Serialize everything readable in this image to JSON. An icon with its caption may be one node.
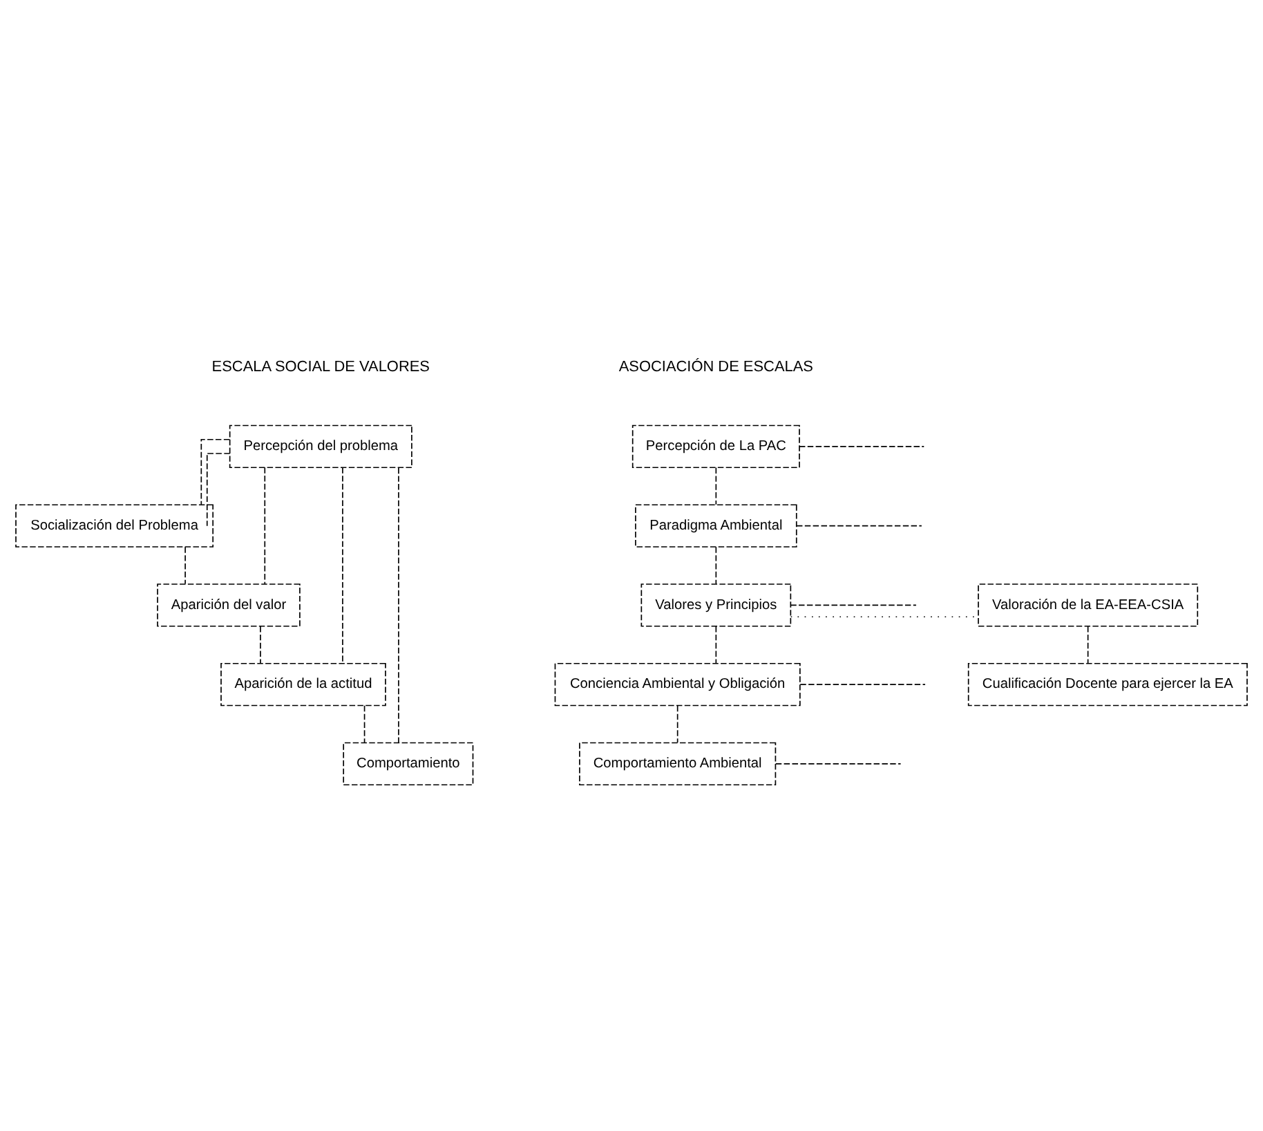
{
  "diagram": {
    "nodes": [
      {
        "text": [
          "Percepción del problema"
        ]
      },
      {
        "text": [
          "Socialización del Problema"
        ]
      },
      {
        "text": [
          "Aparición del valor"
        ]
      },
      {
        "text": [
          "Aparición de la actitud"
        ]
      },
      {
        "text": [
          "Comportamiento"
        ]
      },
      {
        "text": [
          "Percepción de La PAC"
        ]
      },
      {
        "text": [
          "Paradigma Ambiental"
        ]
      },
      {
        "text": [
          "Valores y Principios"
        ]
      },
      {
        "text": [
          "Valoración de la EA-EEA-CSIA"
        ]
      },
      {
        "text": [
          "Conciencia Ambiental y Obligación"
        ]
      },
      {
        "text": [
          "Cualificación Docente para ejercer la EA"
        ]
      },
      {
        "text": [
          "Comportamiento Ambiental"
        ]
      }
    ],
    "edges": [
      {
        "from": 0,
        "to": 1,
        "arrow": "none"
      },
      {
        "from": 1,
        "to": 2,
        "arrow": "none"
      },
      {
        "from": 2,
        "to": 3,
        "arrow": "none"
      },
      {
        "from": 3,
        "to": 4,
        "arrow": "none"
      },
      {
        "from": 0,
        "to": 1,
        "arrow": "none"
      },
      {
        "from": 0,
        "to": 2,
        "arrow": "none"
      },
      {
        "from": 0,
        "to": 3,
        "arrow": "none"
      },
      {
        "from": 0,
        "to": 4,
        "arrow": "none"
      },
      {
        "from": 5,
        "to": 6,
        "arrow": "none"
      },
      {
        "from": 6,
        "to": 7,
        "arrow": "none"
      },
      {
        "from": 7,
        "to": 9,
        "arrow": "none"
      },
      {
        "from": 9,
        "to": 11,
        "arrow": "none"
      },
      {
        "from": 7,
        "to": 8,
        "arrow": "none",
        "style": "dashed"
      },
      {
        "from": 8,
        "to": 10,
        "arrow": "none"
      },
      {
        "from": 5,
        "to": null,
        "arrow": "none"
      },
      {
        "from": 6,
        "to": null,
        "arrow": "none"
      },
      {
        "from": 7,
        "to": null,
        "arrow": "none"
      },
      {
        "from": 9,
        "to": null,
        "arrow": "none"
      },
      {
        "from": 11,
        "to": null,
        "arrow": "none"
      }
    ],
    "labels": [
      "ESCALA SOCIAL DE VALORES",
      "ASOCIACIÓN DE ESCALAS"
    ]
  }
}
